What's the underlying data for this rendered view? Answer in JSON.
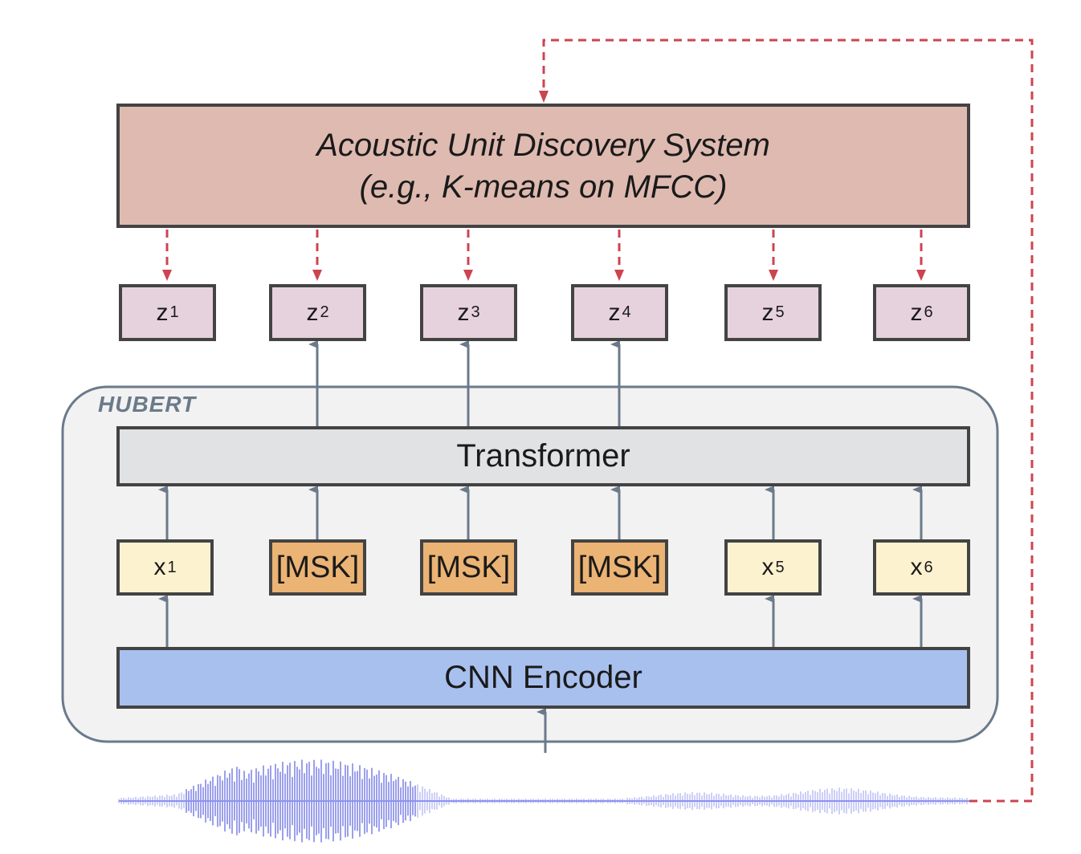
{
  "title": "HuBERT architecture with acoustic unit discovery",
  "acoustic_unit_discovery": {
    "line1": "Acoustic Unit Discovery System",
    "line2": "(e.g., K-means on MFCC)"
  },
  "targets": [
    {
      "base": "z",
      "sub": "1"
    },
    {
      "base": "z",
      "sub": "2"
    },
    {
      "base": "z",
      "sub": "3"
    },
    {
      "base": "z",
      "sub": "4"
    },
    {
      "base": "z",
      "sub": "5"
    },
    {
      "base": "z",
      "sub": "6"
    }
  ],
  "hubert": {
    "label": "HUBERT",
    "transformer_label": "Transformer",
    "encoder_label": "CNN Encoder",
    "inputs": [
      {
        "type": "frame",
        "base": "x",
        "sub": "1"
      },
      {
        "type": "mask",
        "label": "[MSK]"
      },
      {
        "type": "mask",
        "label": "[MSK]"
      },
      {
        "type": "mask",
        "label": "[MSK]"
      },
      {
        "type": "frame",
        "base": "x",
        "sub": "5"
      },
      {
        "type": "frame",
        "base": "x",
        "sub": "6"
      }
    ]
  },
  "colors": {
    "aud_fill": "#dfbab1",
    "target_fill": "#e6d2dc",
    "frame_fill": "#fdf2d0",
    "mask_fill": "#ebb374",
    "transformer_fill": "#e1e2e4",
    "encoder_fill": "#a8c0ee",
    "hubert_fill": "#f2f2f2",
    "hubert_stroke": "#6b7a8a",
    "feedback_dash": "#cc4450",
    "waveform": "#6b72e8"
  }
}
